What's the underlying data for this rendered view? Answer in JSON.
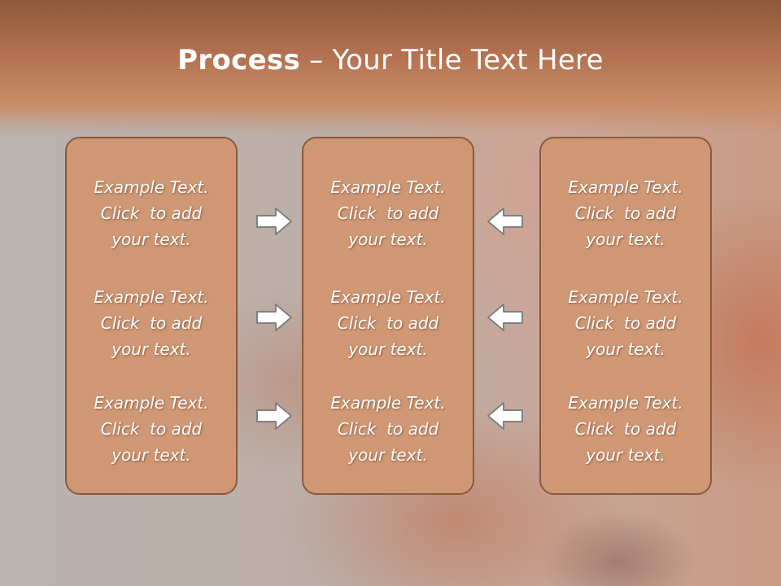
{
  "title": {
    "bold": "Process",
    "rest": " – Your Title Text Here"
  },
  "panels": [
    {
      "items": [
        {
          "line1": "Example Text.",
          "line2": "Click  to add",
          "line3": "your text."
        },
        {
          "line1": "Example Text.",
          "line2": "Click  to add",
          "line3": "your text."
        },
        {
          "line1": "Example Text.",
          "line2": "Click  to add",
          "line3": "your text."
        }
      ]
    },
    {
      "items": [
        {
          "line1": "Example Text.",
          "line2": "Click  to add",
          "line3": "your text."
        },
        {
          "line1": "Example Text.",
          "line2": "Click  to add",
          "line3": "your text."
        },
        {
          "line1": "Example Text.",
          "line2": "Click  to add",
          "line3": "your text."
        }
      ]
    },
    {
      "items": [
        {
          "line1": "Example Text.",
          "line2": "Click  to add",
          "line3": "your text."
        },
        {
          "line1": "Example Text.",
          "line2": "Click  to add",
          "line3": "your text."
        },
        {
          "line1": "Example Text.",
          "line2": "Click  to add",
          "line3": "your text."
        }
      ]
    }
  ],
  "arrows": {
    "left_column": "arrow-right-icon",
    "right_column": "arrow-left-icon"
  },
  "colors": {
    "header": "#b27150",
    "panel_fill": "#cf9774",
    "panel_border": "#8a5a3e",
    "arrow_fill": "#ffffff",
    "arrow_stroke": "#7f7f7f"
  }
}
